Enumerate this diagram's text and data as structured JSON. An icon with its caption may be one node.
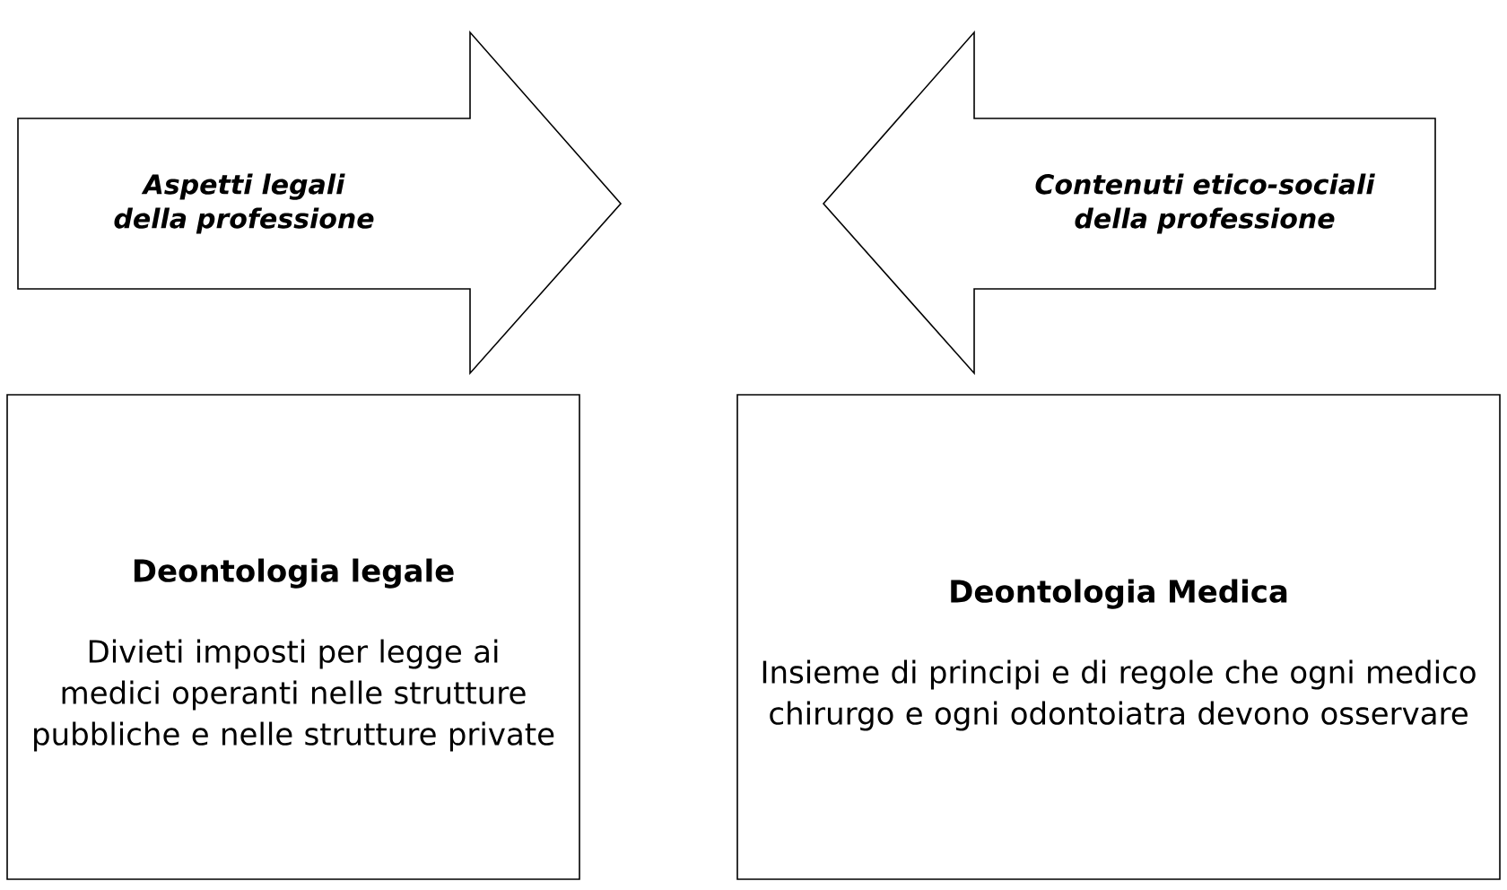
{
  "diagram": {
    "nodes": [
      {
        "text": [
          "Aspetti legali della professione"
        ]
      },
      {
        "text": [
          "Contenuti etico-sociali della professione"
        ]
      },
      {
        "text": [
          "Deontologia legale",
          "Divieti imposti per legge ai medici operanti nelle strutture pubbliche e nelle strutture private"
        ]
      },
      {
        "text": [
          "Deontologia Medica",
          "Insieme di principi e di regole che ogni medico chirurgo e ogni odontoiatra devono osservare"
        ]
      }
    ]
  }
}
